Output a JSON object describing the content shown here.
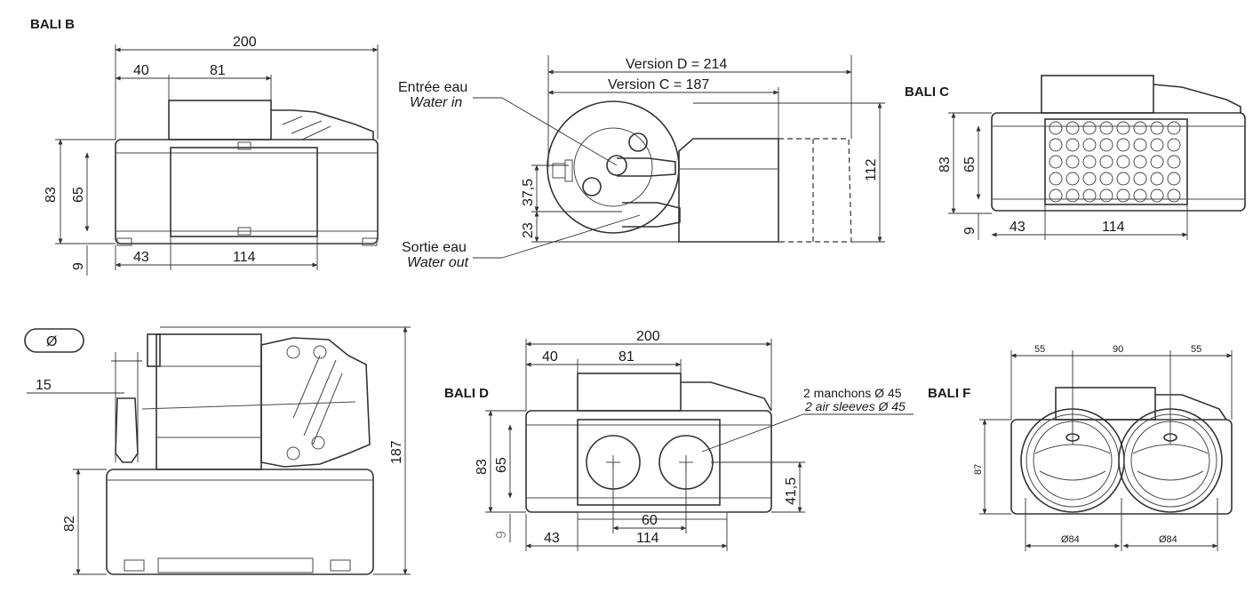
{
  "titles": {
    "bali_b": "BALI B",
    "bali_c": "BALI C",
    "bali_d": "BALI D",
    "bali_f": "BALI F"
  },
  "bali_b": {
    "dim_200": "200",
    "dim_40": "40",
    "dim_81": "81",
    "dim_83": "83",
    "dim_65": "65",
    "dim_9": "9",
    "dim_43": "43",
    "dim_114": "114"
  },
  "front": {
    "version_d": "Version D = 214",
    "version_c": "Version C = 187",
    "water_in_fr": "Entrée eau",
    "water_in_en": "Water in",
    "water_out_fr": "Sortie eau",
    "water_out_en": "Water out",
    "dim_37_5": "37,5",
    "dim_23": "23",
    "dim_112": "112"
  },
  "bali_c": {
    "dim_83": "83",
    "dim_65": "65",
    "dim_9": "9",
    "dim_43": "43",
    "dim_114": "114"
  },
  "side": {
    "phi_symbol": "Ø",
    "dim_15": "15",
    "dim_82": "82",
    "dim_187": "187"
  },
  "bali_d": {
    "dim_200": "200",
    "dim_40": "40",
    "dim_81": "81",
    "dim_83": "83",
    "dim_65": "65",
    "dim_9": "9",
    "dim_43": "43",
    "dim_60": "60",
    "dim_114": "114",
    "dim_41_5": "41,5",
    "note_fr": "2 manchons Ø 45",
    "note_en": "2 air sleeves    Ø 45"
  },
  "bali_f": {
    "dim_55_left": "55",
    "dim_90": "90",
    "dim_55_right": "55",
    "dim_87": "87",
    "dim_84_left": "Ø84",
    "dim_84_right": "Ø84"
  }
}
